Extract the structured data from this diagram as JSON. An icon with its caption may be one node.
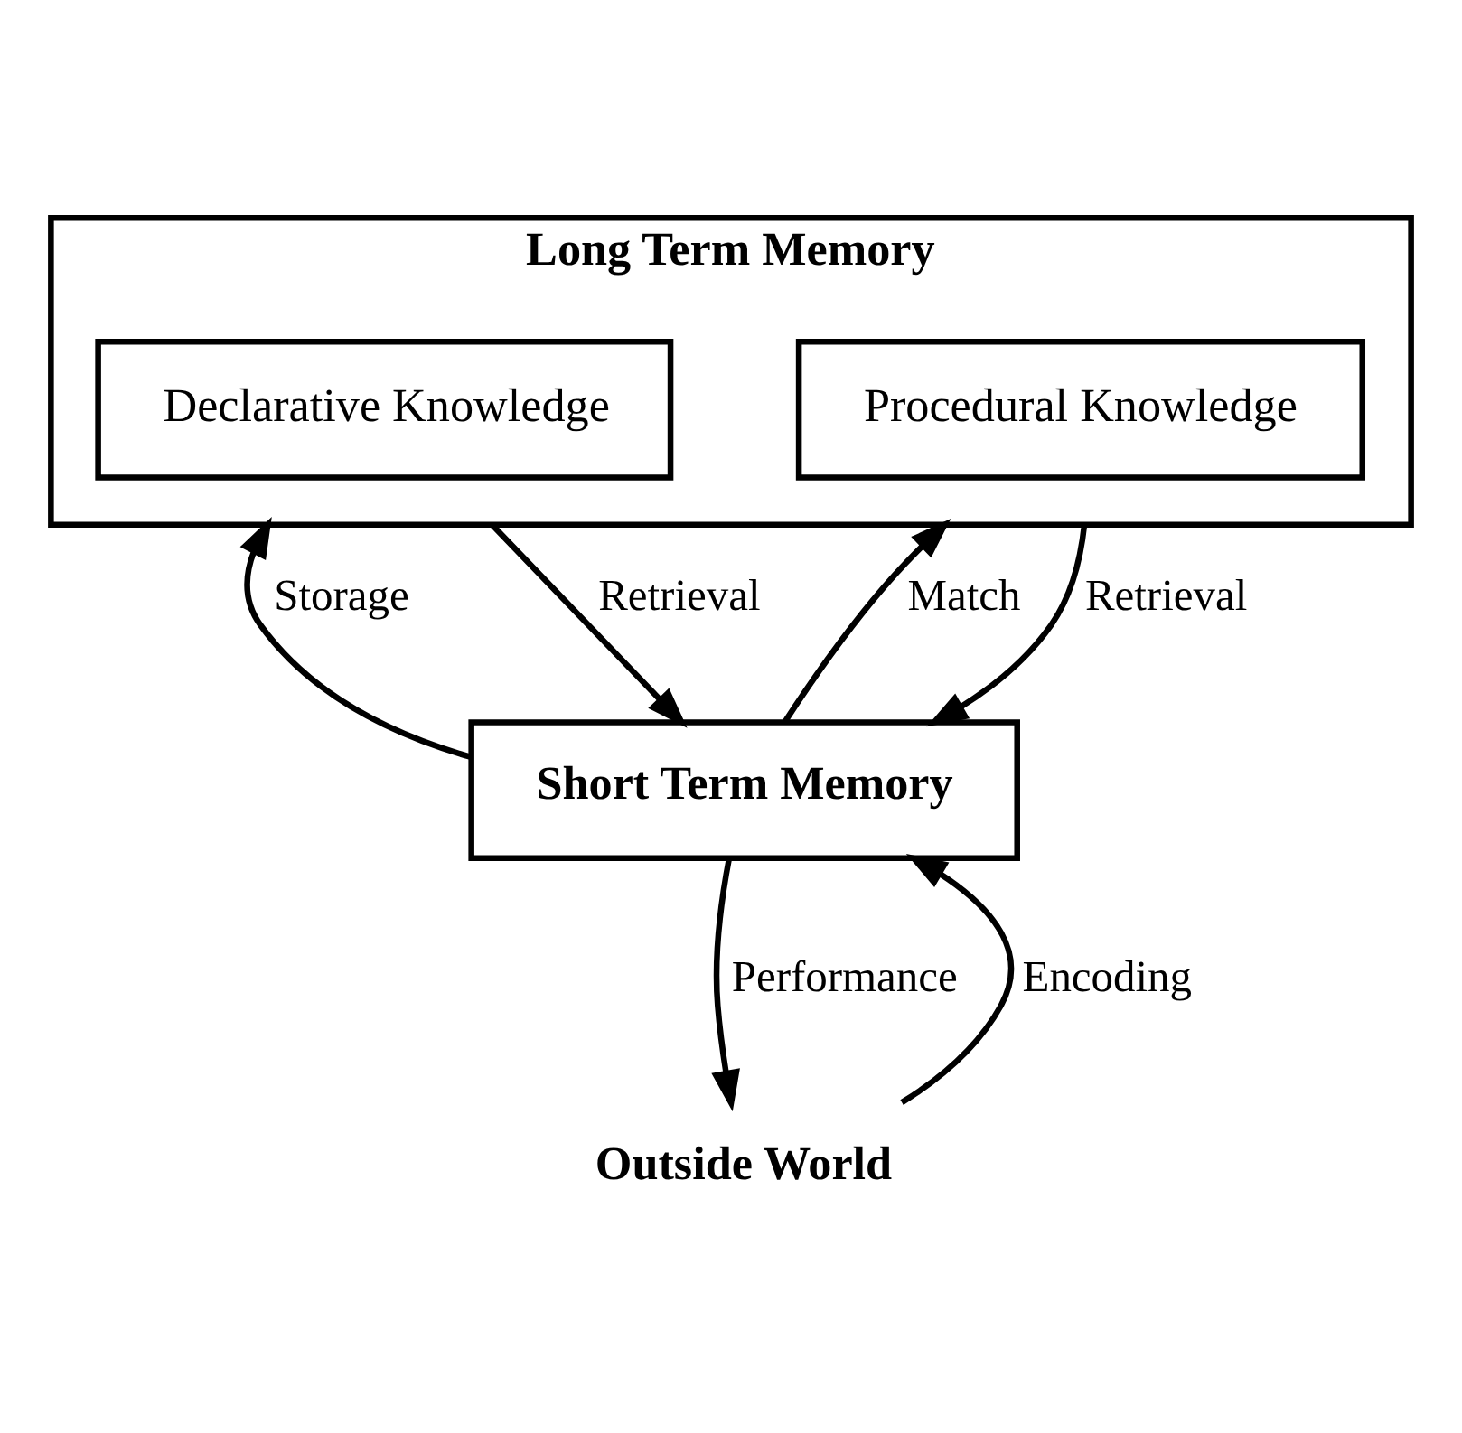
{
  "diagram": {
    "nodes": [
      {
        "text": [
          "Long Term Memory"
        ]
      },
      {
        "text": [
          "Declarative Knowledge"
        ],
        "in": 0
      },
      {
        "text": [
          "Procedural Knowledge"
        ],
        "in": 0
      },
      {
        "text": [
          "Short Term Memory"
        ]
      },
      {
        "text": [
          "Outside World"
        ]
      }
    ],
    "edges": [
      {
        "from": 3,
        "to": 0,
        "arrow": "to",
        "label": "Storage"
      },
      {
        "from": 0,
        "to": 3,
        "arrow": "to",
        "label": "Retrieval"
      },
      {
        "from": 3,
        "to": 0,
        "arrow": "to",
        "label": "Match"
      },
      {
        "from": 0,
        "to": 3,
        "arrow": "to",
        "label": "Retrieval"
      },
      {
        "from": 4,
        "to": 3,
        "arrow": "to",
        "label": "Encoding"
      },
      {
        "from": 3,
        "to": 4,
        "arrow": "to",
        "label": "Performance"
      }
    ]
  }
}
